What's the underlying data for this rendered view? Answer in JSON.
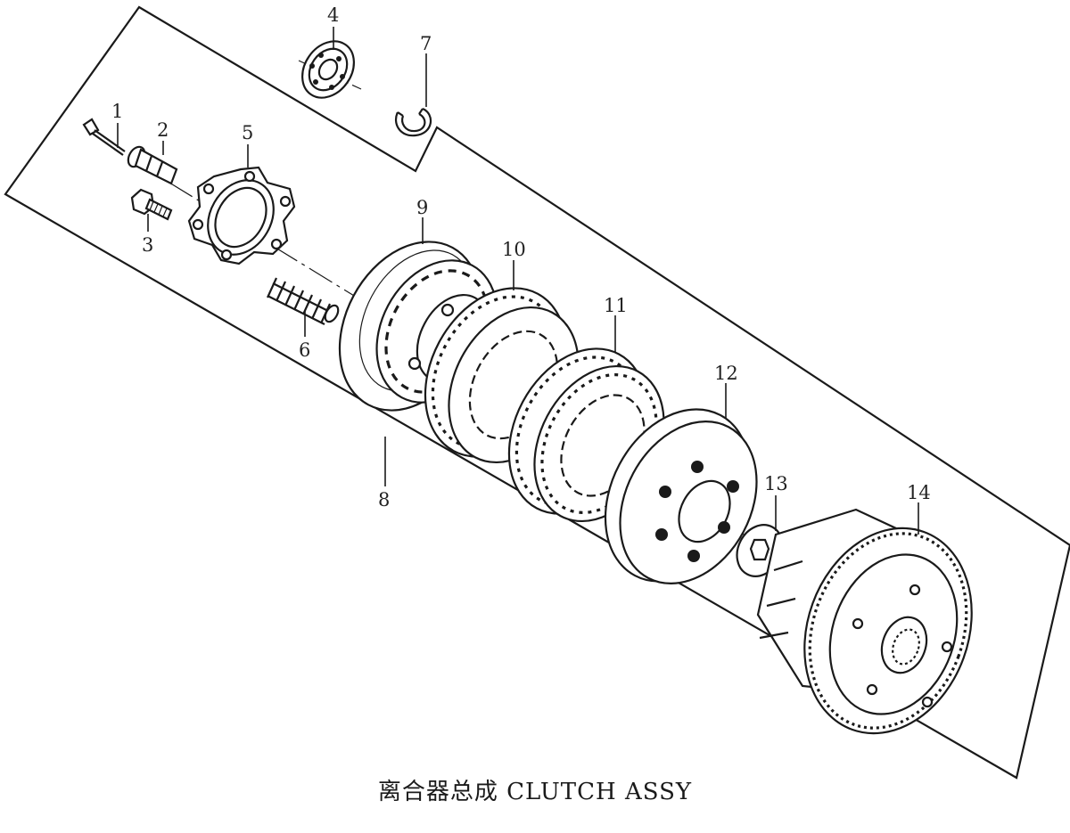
{
  "caption": "离合器总成 CLUTCH ASSY",
  "callouts": [
    "1",
    "2",
    "3",
    "4",
    "5",
    "6",
    "7",
    "8",
    "9",
    "10",
    "11",
    "12",
    "13",
    "14"
  ]
}
